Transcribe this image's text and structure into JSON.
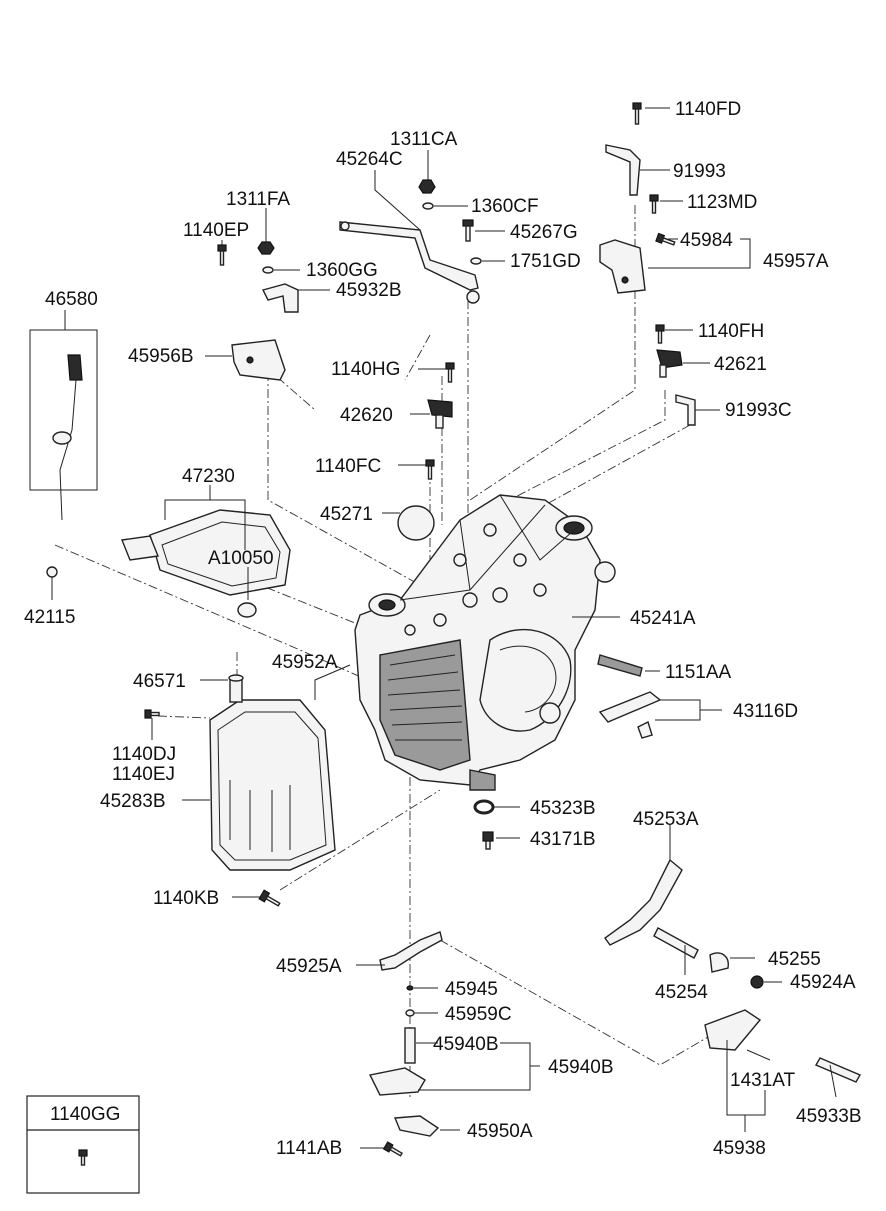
{
  "labels": {
    "p1140FD": "1140FD",
    "p91993": "91993",
    "p1123MD": "1123MD",
    "p45984": "45984",
    "p45957A": "45957A",
    "p1311CA": "1311CA",
    "p45264C": "45264C",
    "p1360CF": "1360CF",
    "p45267G": "45267G",
    "p1751GD": "1751GD",
    "p1311FA": "1311FA",
    "p1140EP": "1140EP",
    "p1360GG": "1360GG",
    "p45932B": "45932B",
    "p46580": "46580",
    "p45956B": "45956B",
    "p1140HG": "1140HG",
    "p1140FH": "1140FH",
    "p42621": "42621",
    "p42620": "42620",
    "p91993C": "91993C",
    "p1140FC": "1140FC",
    "p47230": "47230",
    "p45271": "45271",
    "pA10050": "A10050",
    "p42115": "42115",
    "p45241A": "45241A",
    "p45952A": "45952A",
    "p1151AA": "1151AA",
    "p46571": "46571",
    "p43116D": "43116D",
    "p1140DJ": "1140DJ",
    "p1140EJ": "1140EJ",
    "p45283B": "45283B",
    "p45323B": "45323B",
    "p43171B": "43171B",
    "p45253A": "45253A",
    "p1140KB": "1140KB",
    "p45925A": "45925A",
    "p45255": "45255",
    "p45945": "45945",
    "p45254": "45254",
    "p45924A": "45924A",
    "p45959C": "45959C",
    "p45940B_a": "45940B",
    "p45940B_b": "45940B",
    "p1431AT": "1431AT",
    "p45933B": "45933B",
    "p45950A": "45950A",
    "p45938": "45938",
    "p1141AB": "1141AB",
    "p1140GG": "1140GG"
  },
  "icons": [
    "bolt-icon",
    "washer-icon",
    "nut-icon",
    "bracket-icon",
    "sensor-icon",
    "gasket-icon",
    "transaxle-case-icon",
    "oil-pan-icon",
    "oil-filter-icon",
    "dipstick-icon",
    "shift-lever-icon",
    "manual-valve-icon"
  ]
}
